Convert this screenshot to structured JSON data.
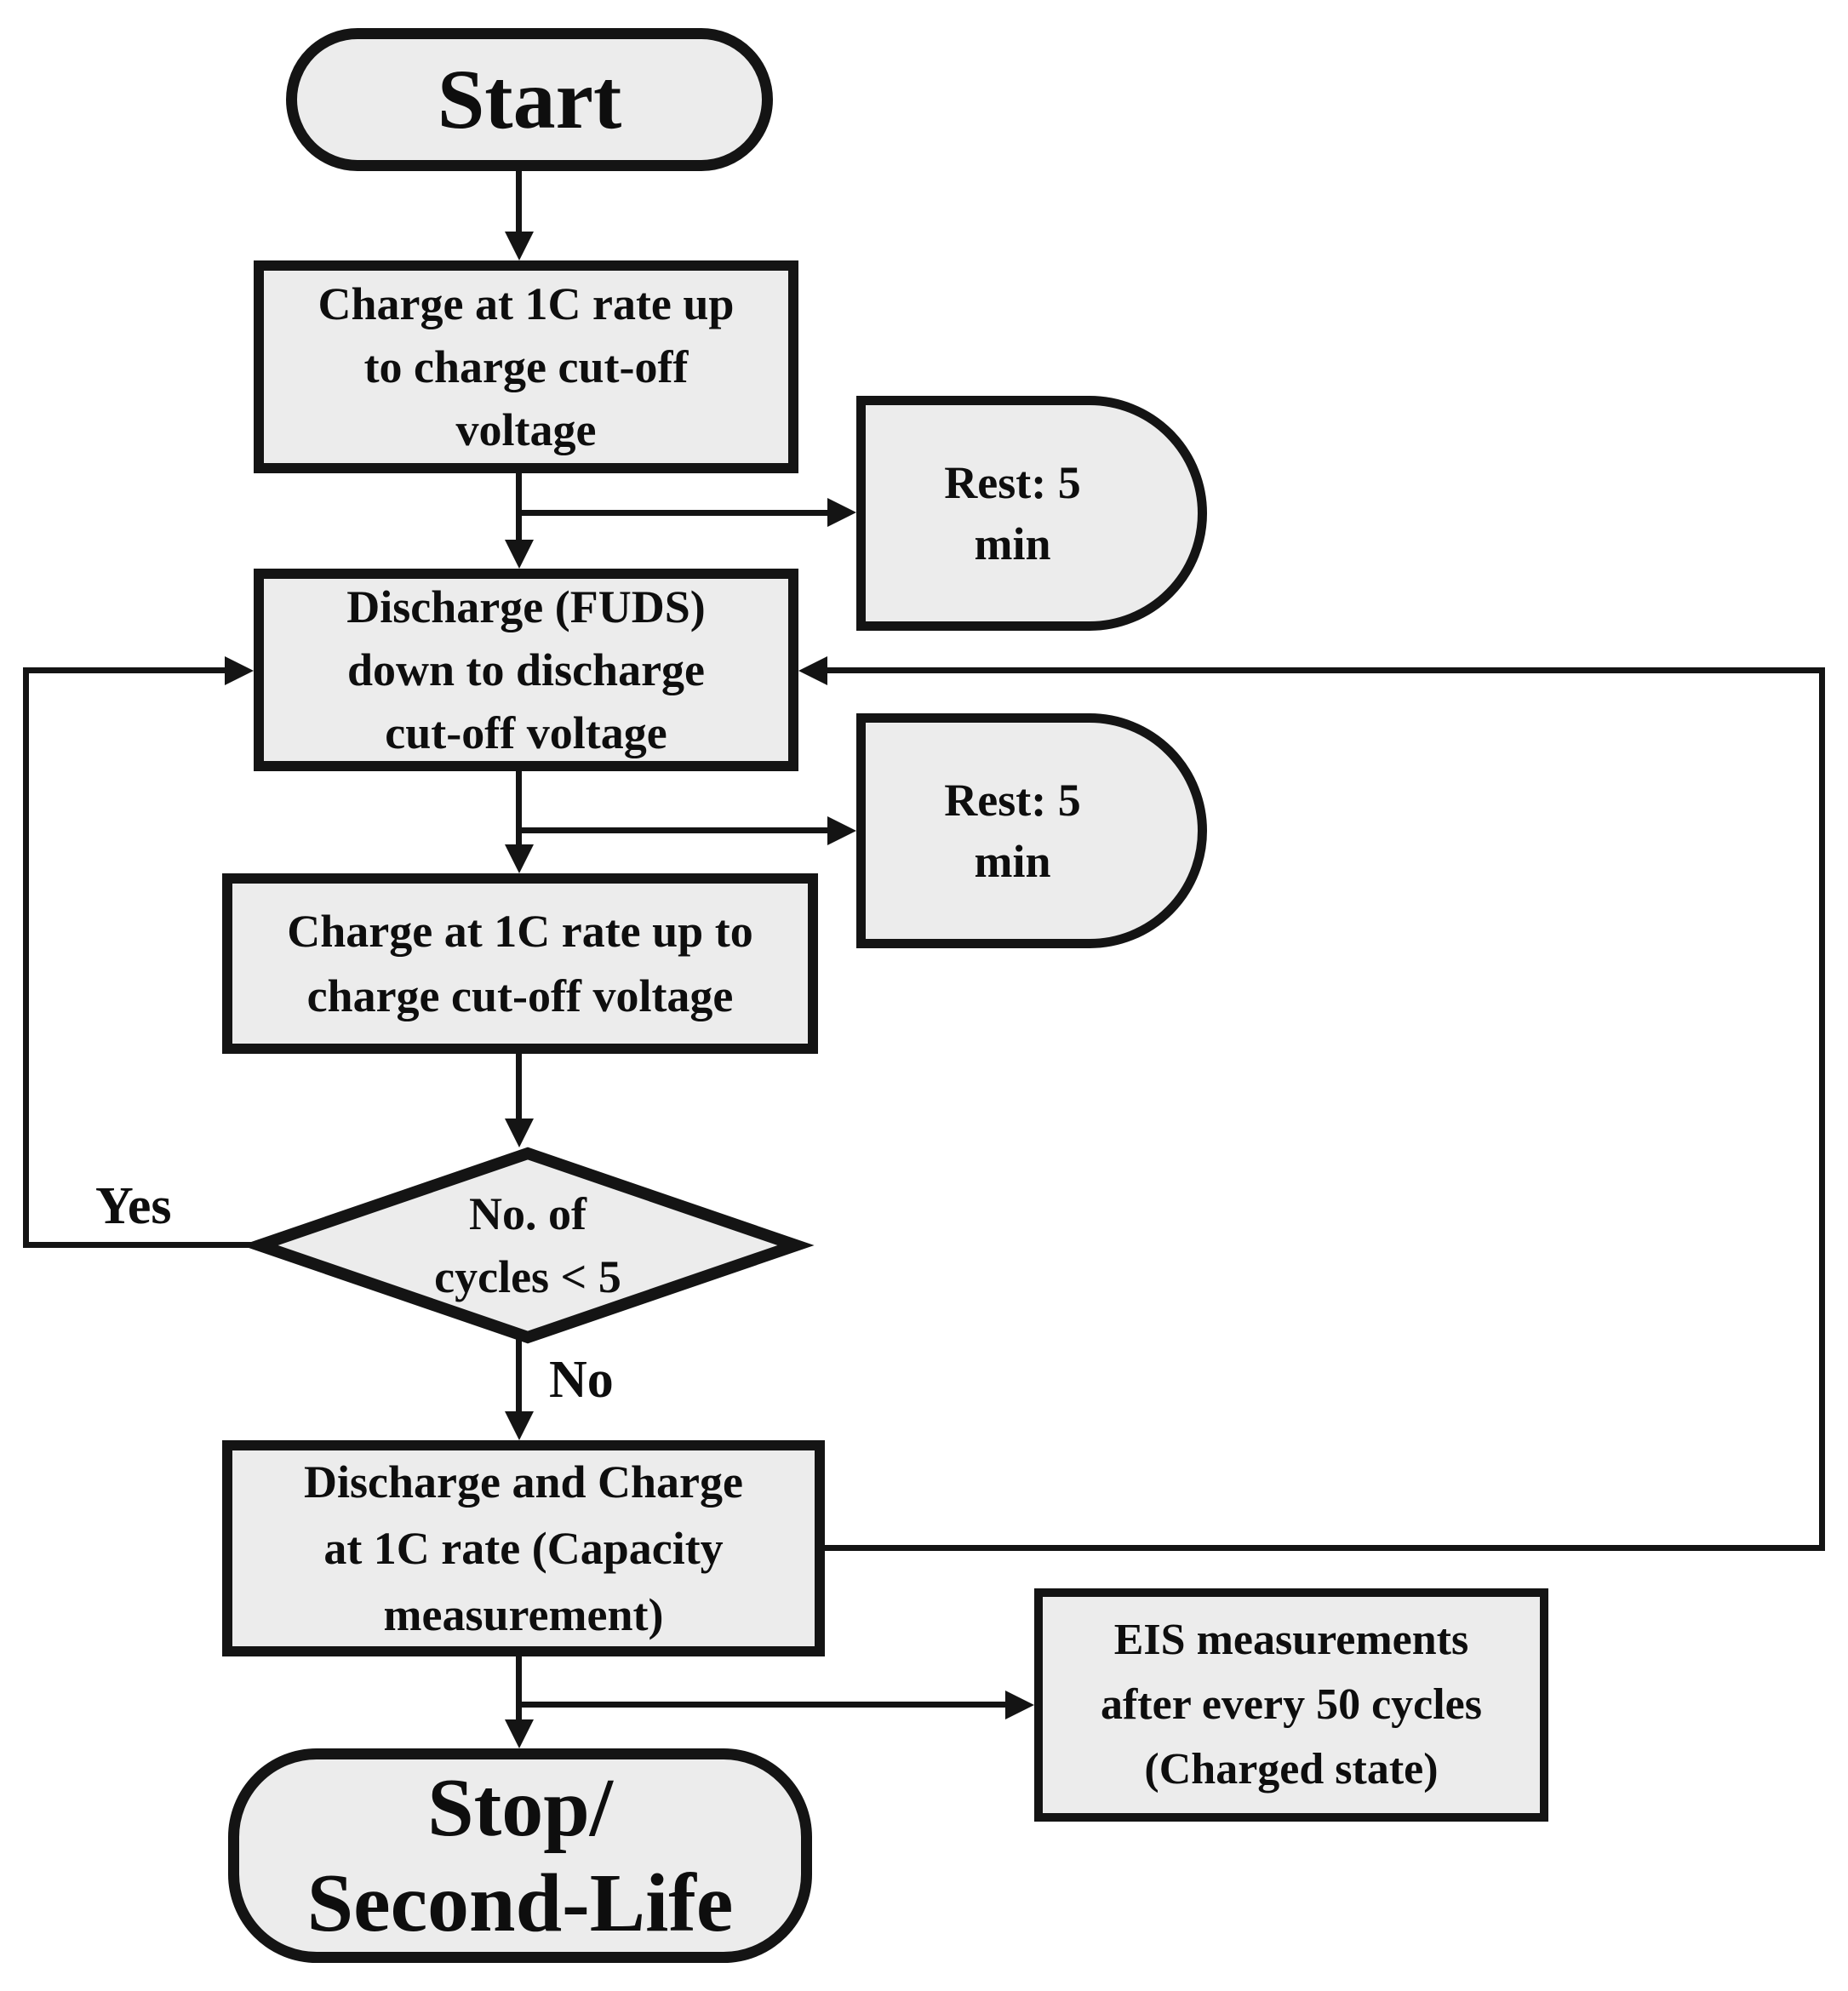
{
  "colors": {
    "node_fill": "#ececec",
    "line": "#141414",
    "background": "#ffffff",
    "text": "#0e0e0e"
  },
  "nodes": {
    "start": {
      "lines": [
        "Start"
      ]
    },
    "charge_initial": {
      "lines": [
        "Charge at 1C rate up",
        "to charge cut-off",
        "voltage"
      ]
    },
    "rest_after_charge": {
      "lines": [
        "Rest: 5",
        "min"
      ]
    },
    "discharge_fuds": {
      "lines": [
        "Discharge (FUDS)",
        "down to discharge",
        "cut-off voltage"
      ]
    },
    "rest_after_discharge": {
      "lines": [
        "Rest: 5",
        "min"
      ]
    },
    "charge_cycle": {
      "lines": [
        "Charge at 1C rate up to",
        "charge cut-off voltage"
      ]
    },
    "decision_cycles": {
      "lines": [
        "No. of",
        "cycles < 5"
      ]
    },
    "capacity_measurement": {
      "lines": [
        "Discharge and Charge",
        "at 1C rate (Capacity",
        "measurement)"
      ]
    },
    "eis": {
      "lines": [
        "EIS measurements",
        "after every 50 cycles",
        "(Charged state)"
      ]
    },
    "stop": {
      "lines": [
        "Stop/",
        "Second-Life"
      ]
    }
  },
  "edge_labels": {
    "yes": "Yes",
    "no": "No"
  }
}
